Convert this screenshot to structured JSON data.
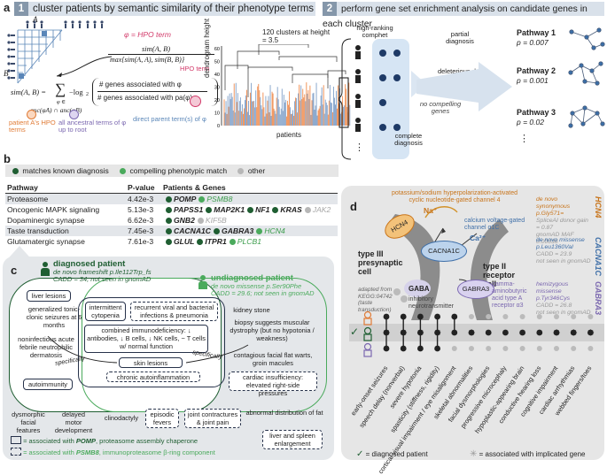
{
  "panel_a": {
    "letter": "a",
    "step1": {
      "num": "1",
      "text": "cluster patients by semantic similarity of their phenotype terms"
    },
    "step2": {
      "num": "2",
      "text": "perform gene set enrichment analysis on candidate genes in each cluster"
    },
    "matrix_label_a": "A",
    "matrix_label_b": "B",
    "phi_label": "φ = HPO term",
    "formula_num": "sim(A, B)",
    "formula_den": "max{sim(A, A), sim(B, B)}",
    "sim_label": "sim(A, B) =",
    "sum_sym": "∑",
    "sum_sub": "φ ∈",
    "sum_sub2": "anc(φA) ∩ anc(φB)",
    "neg_log": "−log",
    "log_sub": "2",
    "frac_num": "# genes associated with φ",
    "frac_den": "# genes associated with pa(φ)",
    "hpo_term": "HPO term",
    "patient_terms": "patient A's HPO terms",
    "ancestral_terms": "all ancestral terms of φ up to root",
    "direct_parent": "direct parent term(s) of φ",
    "cluster_note": "120 clusters at height = 3.5",
    "ylabel": "dendrogram height",
    "yticks": [
      "0",
      "10",
      "20",
      "30",
      "40",
      "50",
      "60"
    ],
    "xlabel": "patients",
    "high_ranking": "high-ranking comphet",
    "partial": "partial diagnosis",
    "deleterious": "deleterious de novo",
    "no_compelling": "no compelling genes",
    "complete": "complete diagnosis",
    "ellipsis": "⋮",
    "pathways": [
      {
        "name": "Pathway 1",
        "p": "p = 0.007"
      },
      {
        "name": "Pathway 2",
        "p": "p = 0.001"
      },
      {
        "name": "Pathway 3",
        "p": "p = 0.02"
      }
    ],
    "more_dots": "⋮"
  },
  "panel_b": {
    "letter": "b",
    "legend": [
      {
        "label": "matches known diagnosis",
        "color": "#1f5e32"
      },
      {
        "label": "compelling phenotypic match",
        "color": "#4aaa5c"
      },
      {
        "label": "other",
        "color": "#b7b7b7"
      }
    ],
    "columns": [
      "Pathway",
      "P-value",
      "Patients & Genes"
    ],
    "rows": [
      {
        "pathway": "Proteasome",
        "p": "4.42e-3",
        "genes": [
          {
            "g": "POMP",
            "t": "d"
          },
          {
            "g": "PSMB8",
            "t": "l"
          }
        ]
      },
      {
        "pathway": "Oncogenic MAPK signaling",
        "p": "5.13e-3",
        "genes": [
          {
            "g": "PAPSS1",
            "t": "d"
          },
          {
            "g": "MAP2K1",
            "t": "d"
          },
          {
            "g": "NF1",
            "t": "d"
          },
          {
            "g": "KRAS",
            "t": "d"
          },
          {
            "g": "JAK2",
            "t": "o"
          }
        ]
      },
      {
        "pathway": "Dopaminergic synapse",
        "p": "6.62e-3",
        "genes": [
          {
            "g": "GNB2",
            "t": "d"
          },
          {
            "g": "KIF5B",
            "t": "o"
          }
        ]
      },
      {
        "pathway": "Taste transduction",
        "p": "7.45e-3",
        "genes": [
          {
            "g": "CACNA1C",
            "t": "d"
          },
          {
            "g": "GABRA3",
            "t": "d"
          },
          {
            "g": "HCN4",
            "t": "l"
          }
        ]
      },
      {
        "pathway": "Glutamatergic synapse",
        "p": "7.61e-3",
        "genes": [
          {
            "g": "GLUL",
            "t": "d"
          },
          {
            "g": "ITPR1",
            "t": "d"
          },
          {
            "g": "PLCB1",
            "t": "l"
          }
        ]
      }
    ]
  },
  "panel_c": {
    "letter": "c",
    "diag_title": "diagnosed patient",
    "diag_sub1": "de novo frameshift p.Ile112Trp_fs",
    "diag_sub2": "CADD = 34; not seen in gnomAD",
    "undiag_title": "undiagnosed patient",
    "undiag_sub1": "de novo missense p.Ser90Phe",
    "undiag_sub2": "CADD = 29.6; not seen in gnomAD",
    "liver_lesions": "liver lesions",
    "gen_seizures": "generalized tonic-clonic seizures at 6 months",
    "noninfectious": "noninfectious acute febrile neutrophilic dermatosis",
    "autoimmunity": "autoimmunity",
    "intermittent": "intermittent cytopenia",
    "recurrent": "recurrent viral and bacterial infections & pneumonia",
    "combined": "combined immunodeficiency: ↓ antibodies, ↓ B cells, ↓ NK cells, − T cells w/ normal function",
    "skin_lesions": "skin lesions",
    "chronic": "chronic autoinflammation",
    "specifically_a": "specifically",
    "specifically_b": "specifically",
    "kidney": "kidney stone",
    "biopsy": "biopsy suggests muscular dystrophy (but no hypotonia / weakness)",
    "contagious": "contagious facial flat warts, groin macules",
    "cardiac_insuff": "cardiac insufficiency: elevated right-side pressures",
    "dysmorphic": "dysmorphic facial features",
    "delayed": "delayed motor development",
    "clinodactyly": "clinodactyly",
    "episodic": "episodic fevers",
    "joint": "joint contractures & joint pain",
    "abnormal_fat": "abnormal distribution of fat",
    "liver_spleen": "liver and spleen enlargement",
    "legend_pomp_pre": "= associated with ",
    "legend_pomp_gene": "POMP",
    "legend_pomp_post": ", proteasome assembly chaperone",
    "legend_psmb8_pre": "= associated with ",
    "legend_psmb8_gene": "PSMB8",
    "legend_psmb8_post": ", immunoproteasome β-ring component"
  },
  "panel_d": {
    "letter": "d",
    "hcn4_desc": "potassium/sodium hyperpolarization-activated cyclic nucleotide-gated channel 4",
    "na": "Na⁺",
    "hcn4": "HCN4",
    "ca_desc": "calcium voltage-gated channel α1C",
    "ca": "Ca²⁺",
    "cacna1c": "CACNA1C",
    "type3": "type III presynaptic cell",
    "type2": "type II receptor cell",
    "gaba": "GABA",
    "gaba_desc": "inhibitory neurotransmitter",
    "gabra3": "GABRA3",
    "gabra3_desc": "gamma-aminobutyric acid type A receptor α3",
    "kegg": "adapted from KEGG:04742 (taste transduction)",
    "hcn4_gene": "HCN4",
    "hcn4_var1": "de novo synonymous",
    "hcn4_var2": "p.Gly571=",
    "hcn4_var3": "SpliceAI donor gain = 0.87",
    "hcn4_var4": "gnomAD MAF 0.00036",
    "cacna1c_gene": "CACNA1C",
    "cac_var1": "de novo missense",
    "cac_var2": "p.Leu1360Val",
    "cac_var3": "CADD = 23.9",
    "cac_var4": "not seen in gnomAD",
    "gabra3_gene": "GABRA3",
    "gab_var1": "hemizygous missense",
    "gab_var2": "p.Tyr346Cys",
    "gab_var3": "CADD = 26.8",
    "gab_var4": "not seen in gnomAD",
    "checkmark": "✓",
    "phenotypes": [
      "early-onset seizures",
      "speech delay (nonverbal)",
      "severe hypotonia",
      "spasticity (stiffness, rigidity)",
      "cortical visual impairment / eye misalignment",
      "skeletal abnormalities",
      "facial dysmorphologies",
      "progressive microcephaly",
      "hypoplastic-appearing brain",
      "conductive hearing loss",
      "cognitive impairment",
      "cardiac arrhythmias",
      "webbed fingers/toes"
    ],
    "legend_diag": "= diagnosed patient",
    "legend_assoc": "= associated with implicated gene"
  },
  "colors": {
    "orange": "#ef8a4c",
    "blue": "#5a86b8",
    "darkgreen": "#1f5e32",
    "lightgreen": "#4aaa5c",
    "navy": "#27324a",
    "purple": "#7b68b0"
  }
}
